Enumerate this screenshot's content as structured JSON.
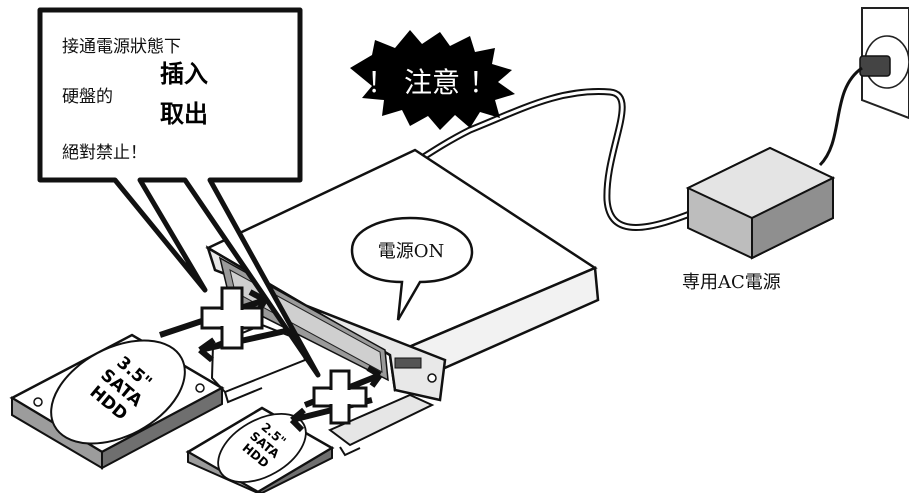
{
  "warning_callout": {
    "line1": "接通電源狀態下",
    "line2": "硬盤的",
    "action_insert": "插入",
    "action_remove": "取出",
    "line3": "絕對禁止！"
  },
  "caution_burst": {
    "label": "！ 注意 ！"
  },
  "power_on_bubble": {
    "label": "電源ON"
  },
  "adapter_caption": {
    "label": "専用AC電源"
  },
  "hdd_35_label": [
    "3.5\"",
    "SATA",
    "HDD"
  ],
  "hdd_25_label": [
    "2.5\"",
    "SATA",
    "HDD"
  ]
}
